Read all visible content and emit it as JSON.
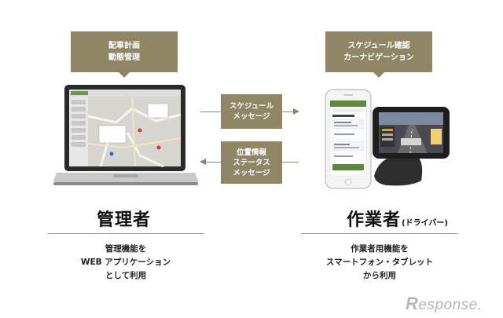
{
  "callouts": {
    "admin": [
      "配車計画",
      "動態管理"
    ],
    "driver": [
      "スケジュール確認",
      "カーナビゲーション"
    ]
  },
  "messages": {
    "to_driver": [
      "スケジュール",
      "メッセージ"
    ],
    "to_admin": [
      "位置情報",
      "ステータス",
      "メッセージ"
    ]
  },
  "admin": {
    "title": "管理者",
    "desc": [
      "管理機能を",
      "WEB アプリケーション",
      "として利用"
    ]
  },
  "driver": {
    "title": "作業者",
    "subtitle": "(ドライバー)",
    "desc": [
      "作業者用機能を",
      "スマートフォン・タブレット",
      "から利用"
    ]
  },
  "brand": {
    "initial": "R",
    "rest": "esponse."
  },
  "colors": {
    "accent": "#8f8665"
  }
}
